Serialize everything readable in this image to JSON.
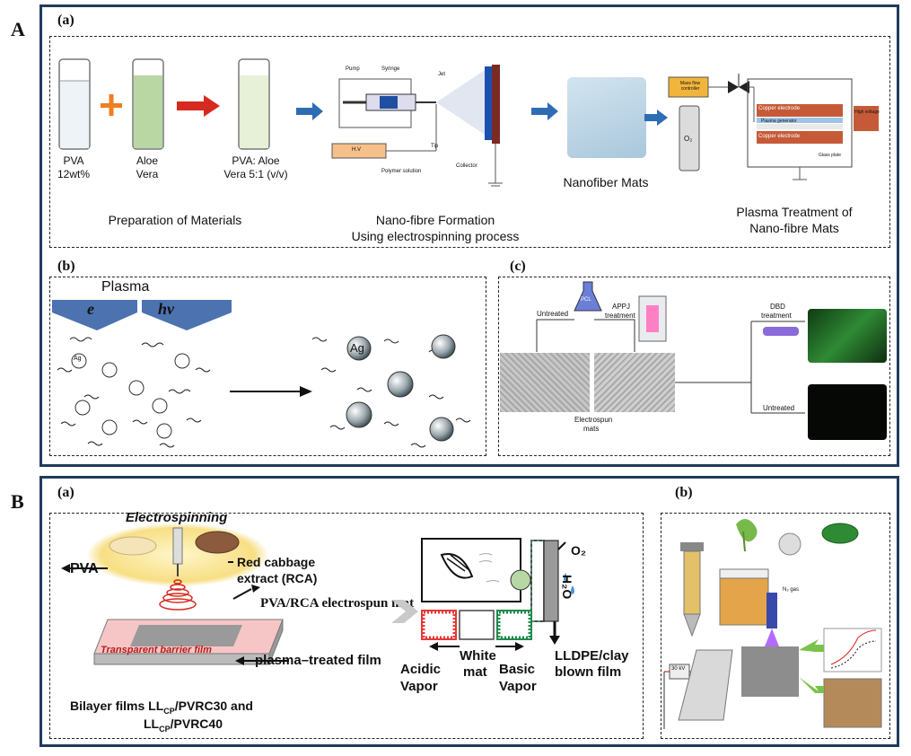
{
  "panel_A": {
    "letter": "A",
    "a": {
      "label": "(a)",
      "pva": [
        "PVA",
        "12wt%"
      ],
      "aloe": [
        "Aloe",
        "Vera"
      ],
      "mix": [
        "PVA: Aloe",
        "Vera 5:1 (v/v)"
      ],
      "prep_caption": "Preparation of Materials",
      "es_parts": {
        "pump": "Pump",
        "syringe": "Syringe",
        "jet": "Jet",
        "tip": "Tip",
        "hv": "H.V",
        "polymer": "Polymer solution",
        "collector": "Collector"
      },
      "formation_caption": [
        "Nano-fibre Formation",
        "Using electrospinning process"
      ],
      "mats_caption": "Nanofiber Mats",
      "plasma_parts": {
        "mfc": "Mass flow controller",
        "o2": "O₂",
        "copper_top": "Copper electrode",
        "plasma_gen": "Plasma generator",
        "copper_bottom": "Copper electrode",
        "hv": "High voltage",
        "glass": "Glass plate"
      },
      "plasma_caption": [
        "Plasma Treatment of",
        "Nano-fibre Mats"
      ]
    },
    "b": {
      "label": "(b)",
      "plasma": "Plasma",
      "e": "e",
      "hv": "hν",
      "ag": "Ag"
    },
    "c": {
      "label": "(c)",
      "pcl": "PCL",
      "untreated_top": "Untreated",
      "appj": [
        "APPJ",
        "treatment"
      ],
      "dbd": [
        "DBD",
        "treatment"
      ],
      "electrospun": [
        "Electrospun",
        "mats"
      ],
      "untreated_bottom": "Untreated"
    }
  },
  "panel_B": {
    "letter": "B",
    "a": {
      "label": "(a)",
      "electrospinning": "Electrospinning",
      "pva": "PVA",
      "rca": [
        "Red cabbage",
        "extract (RCA)"
      ],
      "mat": "PVA/RCA  electrospun mat",
      "barrier": "Transparent  barrier film",
      "plasma_film": "plasma–treated film",
      "bilayer": [
        "Bilayer films LL",
        "CP",
        "/PVRC30 and",
        "LL",
        "CP",
        "/PVRC40"
      ],
      "o2": "O₂",
      "h2o": "H₂O",
      "acidic": [
        "Acidic",
        "Vapor"
      ],
      "white": [
        "White",
        "mat"
      ],
      "basic": [
        "Basic",
        "Vapor"
      ],
      "lldpe": [
        "LLDPE/clay",
        "blown film"
      ]
    },
    "b": {
      "label": "(b)",
      "voltage": "30 kV",
      "n2": "N₂ gas"
    }
  },
  "colors": {
    "frame": "#1f3b5c",
    "arrow_blue": "#2e6db4",
    "arrow_red": "#d62a1f",
    "plus": "#ef7d22",
    "aloe": "#b9d7a3",
    "plasma_arrow": "#4c72b0",
    "red_film": "#e53935",
    "green_pattern": "#1f8a4c"
  }
}
